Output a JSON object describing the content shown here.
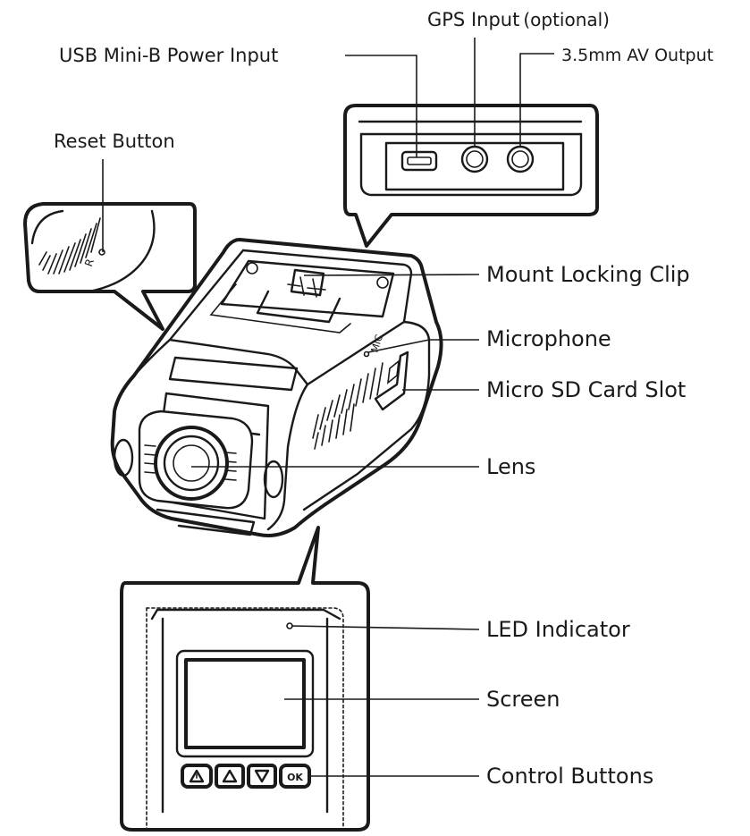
{
  "labels": {
    "usb_power": "USB Mini-B Power Input",
    "gps_input": "GPS Input",
    "gps_optional": "(optional)",
    "av_output": "3.5mm AV Output",
    "reset_button": "Reset Button",
    "reset_mark": "R",
    "mount_clip": "Mount Locking Clip",
    "microphone": "Microphone",
    "mic_mark": "MIC",
    "sd_slot": "Micro SD Card Slot",
    "lens": "Lens",
    "led": "LED Indicator",
    "screen": "Screen",
    "control_buttons": "Control Buttons",
    "ok_button": "OK"
  }
}
